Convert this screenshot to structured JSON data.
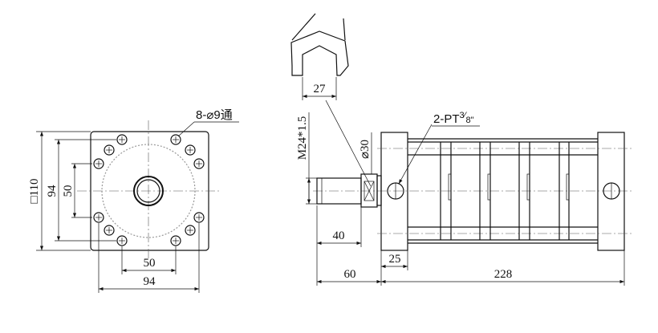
{
  "front_view": {
    "hole_callout": "8-⌀9通",
    "dim_square": "□110",
    "dim_vertical_outer": "94",
    "dim_vertical_inner": "50",
    "dim_horizontal_inner": "50",
    "dim_horizontal_outer": "94"
  },
  "side_view": {
    "wrench_width": "27",
    "thread": "M24*1.5",
    "nut_diameter": "⌀30",
    "port_callout_prefix": "2-PT",
    "port_callout_num": "3",
    "port_callout_den": "8\"",
    "dim_rod_length": "40",
    "dim_flange": "25",
    "dim_rod_offset": "60",
    "dim_body_length": "228"
  }
}
